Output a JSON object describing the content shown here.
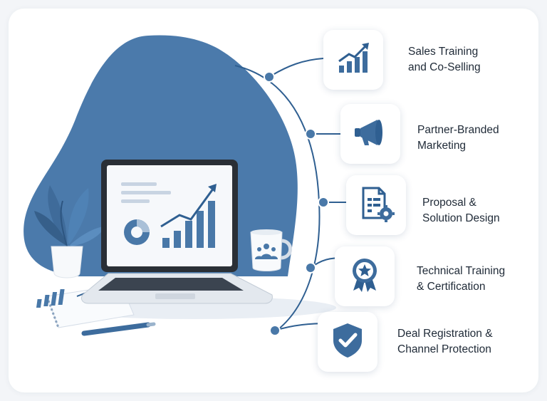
{
  "colors": {
    "accent": "#4978a8",
    "dark_accent": "#2f5f91",
    "background": "#ffffff"
  },
  "features": [
    {
      "label": "Sales Training\nand Co-Selling",
      "icon": "bar-chart-growth-icon"
    },
    {
      "label": "Partner-Branded\nMarketing",
      "icon": "megaphone-icon"
    },
    {
      "label": "Proposal &\nSolution Design",
      "icon": "document-gear-icon"
    },
    {
      "label": "Technical Training\n& Certification",
      "icon": "award-ribbon-icon"
    },
    {
      "label": "Deal Registration &\nChannel Protection",
      "icon": "shield-check-icon"
    }
  ]
}
